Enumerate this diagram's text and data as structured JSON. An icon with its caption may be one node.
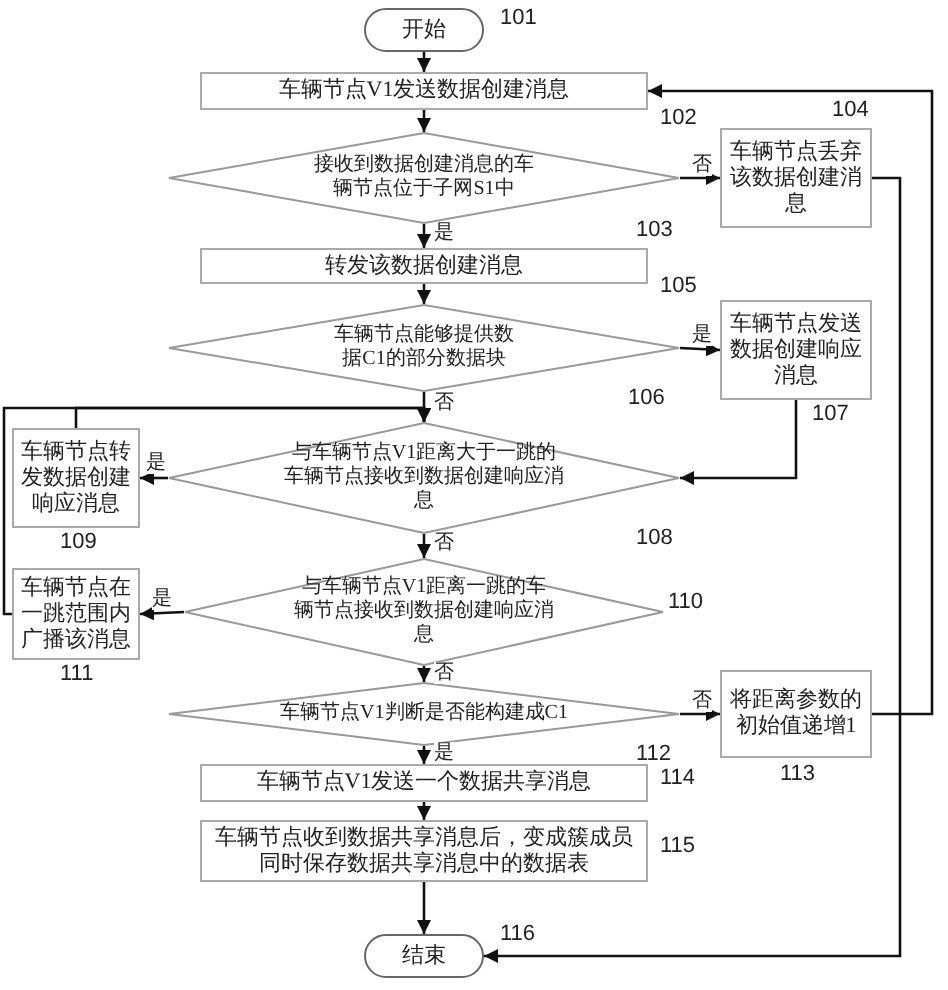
{
  "diagram": {
    "nodes": [
      {
        "text": [
          "开始"
        ],
        "beside": [
          "101"
        ]
      },
      {
        "text": [
          "车辆节点V1发送数据创建消息"
        ],
        "beside": [
          "102"
        ]
      },
      {
        "text": [
          "接收到数据创建消息的车辆节点位于子网S1中"
        ],
        "beside": [
          "103"
        ]
      },
      {
        "text": [
          "车辆节点丢弃该数据创建消息"
        ],
        "beside": [
          "104"
        ]
      },
      {
        "text": [
          "转发该数据创建消息"
        ],
        "beside": [
          "105"
        ]
      },
      {
        "text": [
          "车辆节点能够提供数据C1的部分数据块"
        ],
        "beside": [
          "106"
        ]
      },
      {
        "text": [
          "车辆节点发送数据创建响应消息"
        ],
        "beside": [
          "107"
        ]
      },
      {
        "text": [
          "与车辆节点V1距离大于一跳的车辆节点接收到数据创建响应消息"
        ],
        "beside": [
          "108"
        ]
      },
      {
        "text": [
          "车辆节点转发数据创建响应消息"
        ],
        "beside": [
          "109"
        ]
      },
      {
        "text": [
          "与车辆节点V1距离一跳的车辆节点接收到数据创建响应消息"
        ],
        "beside": [
          "110"
        ]
      },
      {
        "text": [
          "车辆节点在一跳范围内广播该消息"
        ],
        "beside": [
          "111"
        ]
      },
      {
        "text": [
          "车辆节点V1判断是否能构建成C1"
        ],
        "beside": [
          "112"
        ]
      },
      {
        "text": [
          "将距离参数的初始值递增1"
        ],
        "beside": [
          "113"
        ]
      },
      {
        "text": [
          "车辆节点V1发送一个数据共享消息"
        ],
        "beside": [
          "114"
        ]
      },
      {
        "text": [
          "车辆节点收到数据共享消息后，变成簇成员同时保存数据共享消息中的数据表"
        ],
        "beside": [
          "115"
        ]
      },
      {
        "text": [
          "结束"
        ],
        "beside": [
          "116"
        ]
      }
    ],
    "edges": [
      {
        "from": 0,
        "to": 1,
        "arrow": "to"
      },
      {
        "from": 1,
        "to": 2,
        "arrow": "to"
      },
      {
        "from": 2,
        "to": 3,
        "arrow": "to",
        "label": "否"
      },
      {
        "from": 2,
        "to": 4,
        "arrow": "to",
        "label": "是"
      },
      {
        "from": 3,
        "to": 15,
        "arrow": "to"
      },
      {
        "from": 4,
        "to": 5,
        "arrow": "to"
      },
      {
        "from": 5,
        "to": 6,
        "arrow": "to",
        "label": "是"
      },
      {
        "from": 5,
        "to": 7,
        "arrow": "to",
        "label": "否"
      },
      {
        "from": 6,
        "to": 7,
        "arrow": "to"
      },
      {
        "from": 7,
        "to": 8,
        "arrow": "to",
        "label": "是"
      },
      {
        "from": 8,
        "to": 7,
        "arrow": "to"
      },
      {
        "from": 10,
        "to": 7,
        "arrow": "to"
      },
      {
        "from": 7,
        "to": 9,
        "arrow": "to",
        "label": "否"
      },
      {
        "from": 9,
        "to": 10,
        "arrow": "to",
        "label": "是"
      },
      {
        "from": 9,
        "to": 11,
        "arrow": "to",
        "label": "否"
      },
      {
        "from": 11,
        "to": 12,
        "arrow": "to",
        "label": "否"
      },
      {
        "from": 11,
        "to": 13,
        "arrow": "to",
        "label": "是"
      },
      {
        "from": 12,
        "to": 1,
        "arrow": "to"
      },
      {
        "from": 13,
        "to": 14,
        "arrow": "to"
      },
      {
        "from": 14,
        "to": 15,
        "arrow": "to"
      }
    ]
  }
}
